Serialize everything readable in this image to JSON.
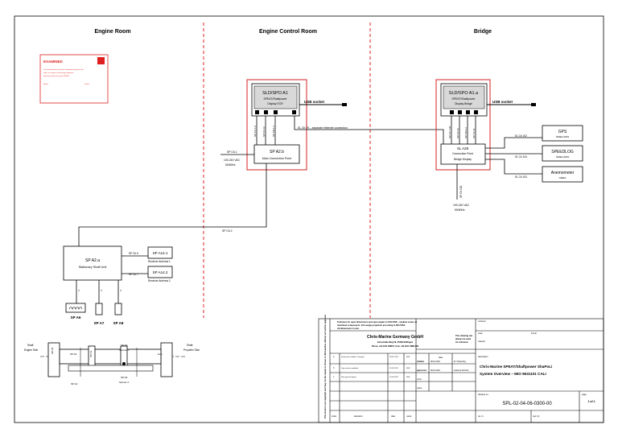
{
  "zones": {
    "engine_room": "Engine Room",
    "ecr": "Engine Control Room",
    "bridge": "Bridge"
  },
  "stamp": {
    "title": "EXAMINED",
    "line1": "The documents have been examined and given the",
    "line2": "notes as shown in the design approval",
    "line3": "document (refer to report 3/2021)",
    "name_label": "Name",
    "date_label": "Latest"
  },
  "ecr_display": {
    "title": "SLD/SPO A1",
    "line2": "SPEAT/Shaftpower",
    "line3": "Display ECR",
    "usb": "USB socket",
    "ports": [
      "SP Cb 1.0",
      "SP Cb 12",
      "SP CB 4.1"
    ]
  },
  "bridge_display": {
    "title": "SLD/SPO A1.a",
    "line2": "SPEAT/Shaftpower",
    "line3": "Display Bridge",
    "usb": "USB socket",
    "ports": [
      "SP Cb 1.06",
      "SP Cb 12",
      "SP CB 4.2",
      "SP Cb 11"
    ]
  },
  "main_cp": {
    "title": "SP A2.b",
    "subtitle": "Main Connection Point",
    "power_cable": "SP Cb.1",
    "power_spec": "100-240 VAC",
    "power_freq": "50/60Hz"
  },
  "bridge_cp": {
    "title": "SL A28",
    "line2": "Connection Point",
    "line3": "Bridge Display",
    "power_cable": "SP Cb 100",
    "power_spec": "100-240 VAC",
    "power_freq": "50/60Hz"
  },
  "ethernet_label": "SL Cb 20 – separate ethernet connection",
  "gps": {
    "name": "GPS",
    "sub": "NMEA 0183",
    "cable": "SL Cb 102"
  },
  "speedlog": {
    "name": "SPEEDLOG",
    "sub": "NMEA 0183",
    "cable": "SL Cb 104"
  },
  "anemo": {
    "name": "Anemometer",
    "sub": "NMEA",
    "cable": "SL Cb 103"
  },
  "link_cable": "SP Cb 2",
  "stationary": {
    "title": "SP A2.a",
    "subtitle": "Stationary Shaft Unit"
  },
  "ant1": {
    "title": "SP A14.1",
    "sub": "Receiver Antenna 1",
    "cable": "SP Cb 6"
  },
  "ant2": {
    "title": "SP A14.2",
    "sub": "Receiver Antenna 2",
    "cable": "SP Cb 7"
  },
  "sensors": {
    "a6": "SP A6",
    "a7": "SP A7",
    "a8": "SP A8",
    "cable_num": "3"
  },
  "shaft": {
    "left_label": "Shaft",
    "left_side": "Engine Side",
    "right_label": "Shaft",
    "right_side": "Propeller Side",
    "a3": "SP A3",
    "a4": "SP A4",
    "a5": "SP A5",
    "s1_title": "SP A9",
    "s1_sub": "Sensor 1",
    "s2_title": "SP A9",
    "s2_sub": "Sensor 2",
    "ring": "SP A1",
    "gap": "Gap"
  },
  "title_block": {
    "side_note": "This sheet is our copyright and may not be copied or shown to third parties without our written approval",
    "tolerance1": "Tolerance for open dimensions and open angles to ISO 2768 – medium series on",
    "tolerance2": "machined components. First angle projection according to ISO 5456.",
    "tolerance3": "All dimensions in mm.",
    "company": "Chris-Marine Germany GmbH",
    "address": "Autostraße Weg 56, 25462 Rellingen",
    "contact": "Phone +49 4101 5888-0 | Fax +49 4101 5888-129",
    "confidential1": "This drawing can",
    "confidential2": "always be used",
    "confidential3": "for reference",
    "scale_label": "scale",
    "format_label": "format",
    "material_label": "material",
    "customer_label": "customer",
    "drafted_label": "drafted",
    "approved_label": "approved",
    "norm_label": "norm",
    "date_label": "date",
    "name_label": "name",
    "drafted_date": "08.01.2021",
    "drafted_name": "M. Schierding",
    "approved_date": "08.01.2021",
    "approved_name": "Andreas Schmidt",
    "rev_rows": [
      {
        "idx": "a",
        "desc": "Dimensions added / changed",
        "date": "09.01.2021",
        "name": "MSC"
      },
      {
        "idx": "b",
        "desc": "Gap antenna updated",
        "date": "02.02.2021",
        "name": "MSC"
      },
      {
        "idx": "c",
        "desc": "New general layout",
        "date": "10.04.2021",
        "name": "MSC"
      }
    ],
    "description_label": "description",
    "desc_title1": "Chris-Marine SPEAT/Shaftpower ShaPoLi",
    "desc_title2": "System Overview – IMO 9631101 CALI",
    "drawing_no_label": "drawing no.",
    "drawing_no": "SPL-02-04-06-0300-00",
    "page_label": "page",
    "page": "1 of 1",
    "rev_label": "rev. A",
    "repl_label": "repl. by",
    "index_label": "index",
    "alteration_label": "alteration",
    "col_date": "date",
    "col_name": "name"
  },
  "colors": {
    "divider": "#e02020",
    "stamp": "#e02020",
    "highlight": "#d42020",
    "box_fill": "#d8d8d8",
    "line": "#000000"
  }
}
